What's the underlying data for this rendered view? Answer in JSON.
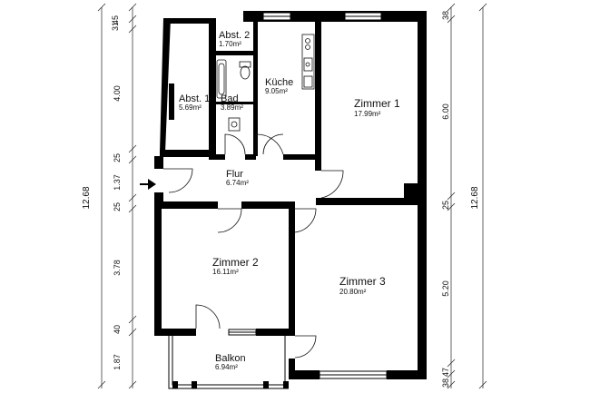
{
  "rooms": {
    "abst2": {
      "name": "Abst. 2",
      "area": "1.70m²"
    },
    "abst1": {
      "name": "Abst. 1",
      "area": "5.69m²"
    },
    "bad": {
      "name": "Bad",
      "area": "3.89m²"
    },
    "kueche": {
      "name": "Küche",
      "area": "9.05m²"
    },
    "zimmer1": {
      "name": "Zimmer 1",
      "area": "17.99m²"
    },
    "flur": {
      "name": "Flur",
      "area": "6.74m²"
    },
    "zimmer2": {
      "name": "Zimmer 2",
      "area": "16.11m²"
    },
    "zimmer3": {
      "name": "Zimmer 3",
      "area": "20.80m²"
    },
    "balkon": {
      "name": "Balkon",
      "area": "6.94m²"
    }
  },
  "dimensions": {
    "left": [
      "45",
      "31",
      "4.00",
      "25",
      "1.37",
      "25",
      "3.78",
      "40",
      "1.87"
    ],
    "left_total": "12.68",
    "right": [
      "38",
      "6.00",
      "25",
      "5.20",
      "47",
      "38"
    ],
    "right_total": "12.68"
  },
  "colors": {
    "wall": "#000000",
    "line": "#222222"
  }
}
